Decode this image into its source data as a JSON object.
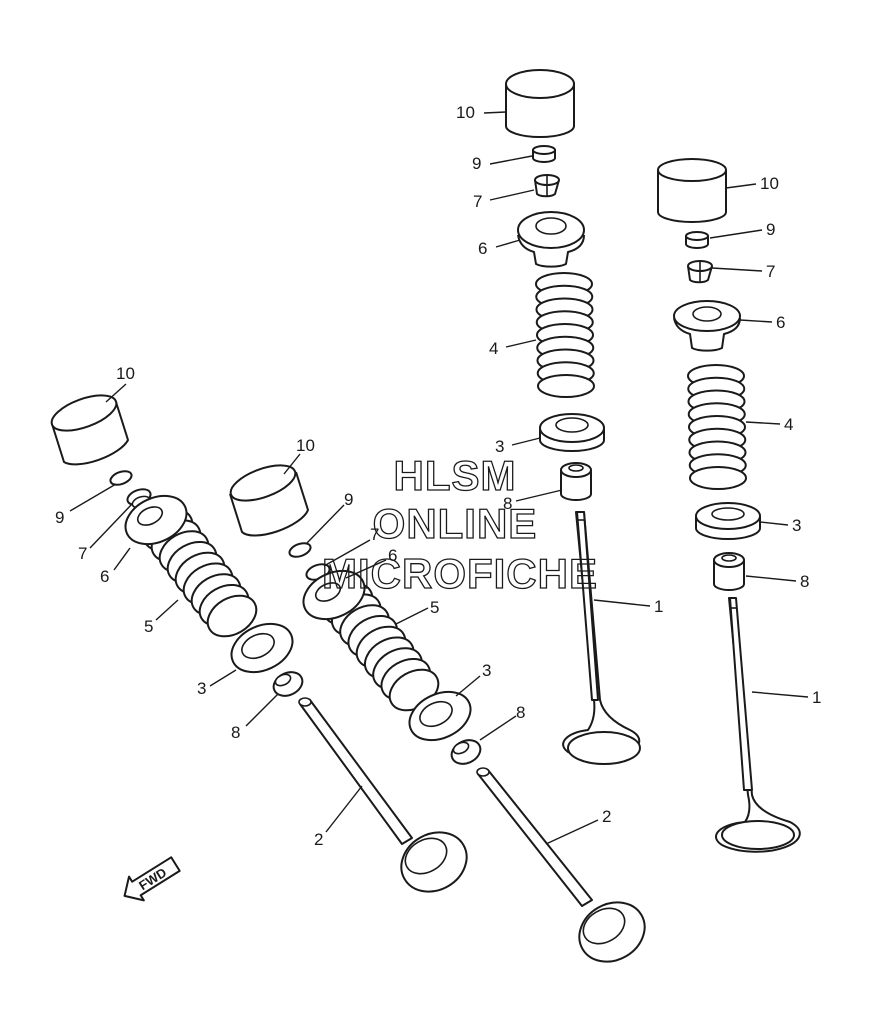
{
  "callouts": {
    "c1": "1",
    "c2": "2",
    "c3": "3",
    "c4": "4",
    "c5": "5",
    "c6": "6",
    "c7": "7",
    "c8": "8",
    "c9": "9",
    "c10": "10"
  },
  "watermark": {
    "line1": "HLSM",
    "line2": "ONLINE",
    "line3": "MICROFICHE"
  },
  "fwd_label": "FWD",
  "colors": {
    "ink": "#1a1a1a",
    "background": "#ffffff"
  }
}
